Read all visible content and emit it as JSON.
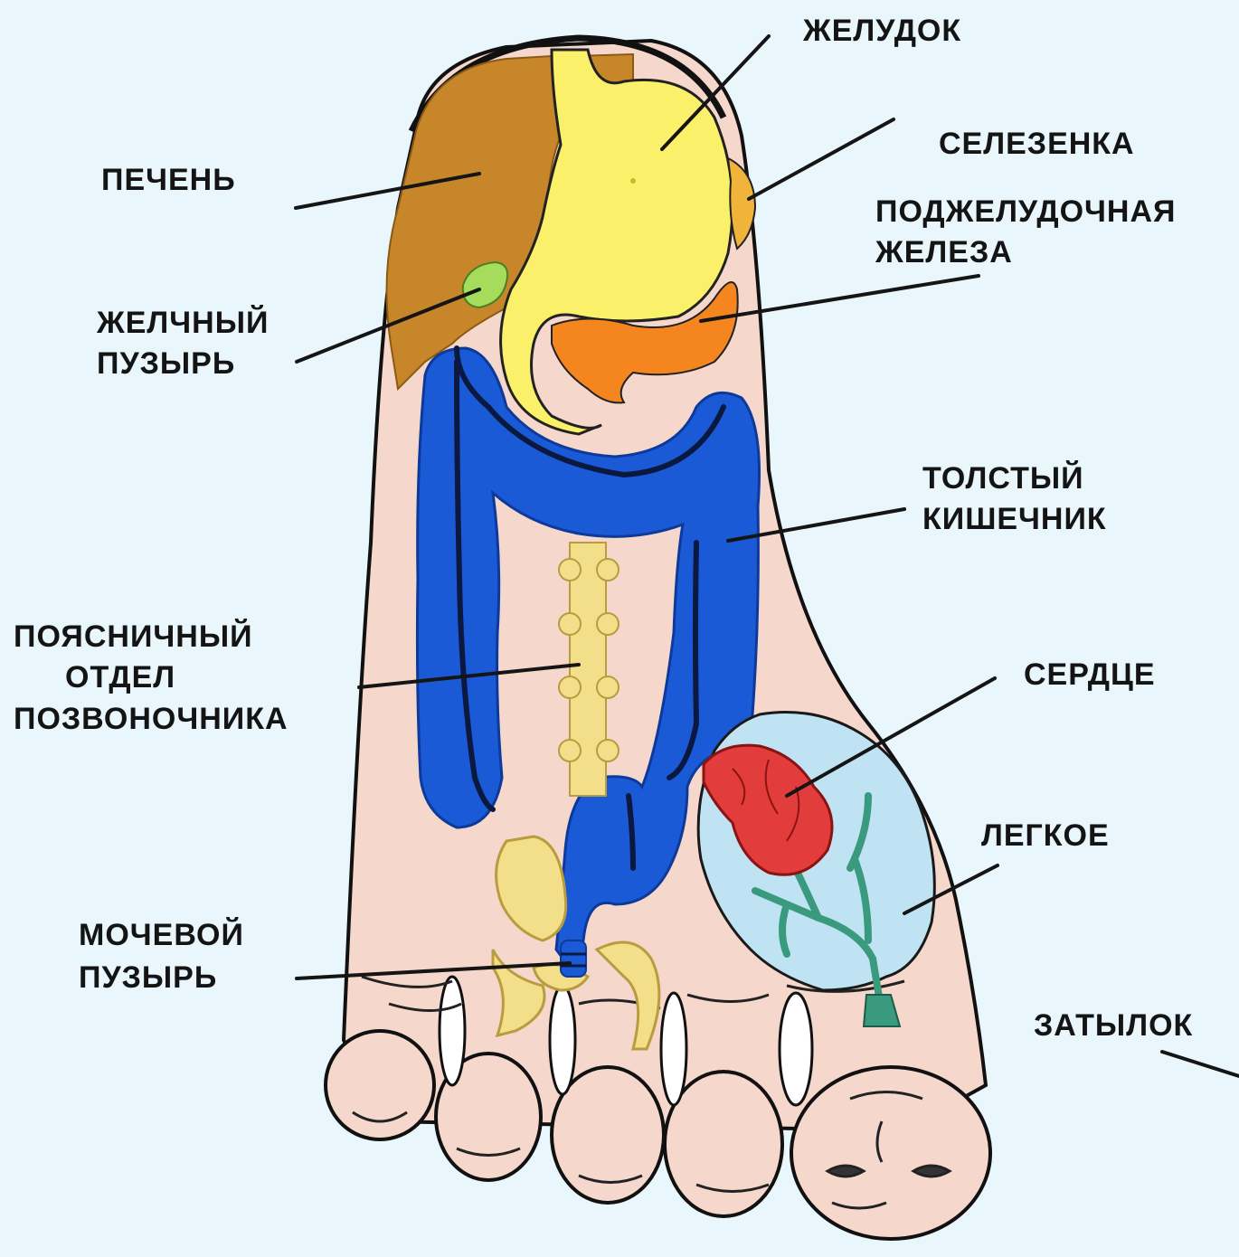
{
  "colors": {
    "background": "#e9f6fb",
    "skin": "#f6d7cc",
    "liver": "#c8862a",
    "stomach": "#fbf06a",
    "spleen": "#f0b43a",
    "pancreas": "#f5861f",
    "gallbladder": "#a6dc5b",
    "colon": "#1a5ad6",
    "spine": "#f3de8a",
    "lung": "#bfe3f3",
    "heart": "#e23c3c",
    "bronchi": "#3a9a7e"
  },
  "labels": {
    "stomach": "ЖЕЛУДОК",
    "spleen": "СЕЛЕЗЕНКА",
    "pancreas_line1": "ПОДЖЕЛУДОЧНАЯ",
    "pancreas_line2": "ЖЕЛЕЗА",
    "liver": "ПЕЧЕНЬ",
    "gallbladder_line1": "ЖЕЛЧНЫЙ",
    "gallbladder_line2": "ПУЗЫРЬ",
    "colon_line1": "ТОЛСТЫЙ",
    "colon_line2": "КИШЕЧНИК",
    "lumbar_line1": "ПОЯСНИЧНЫЙ",
    "lumbar_line2": "ОТДЕЛ",
    "lumbar_line3": "ПОЗВОНОЧНИКА",
    "heart": "СЕРДЦЕ",
    "lung": "ЛЕГКОЕ",
    "bladder_line1": "МОЧЕВОЙ",
    "bladder_line2": "ПУЗЫРЬ",
    "occiput": "ЗАТЫЛОК"
  }
}
